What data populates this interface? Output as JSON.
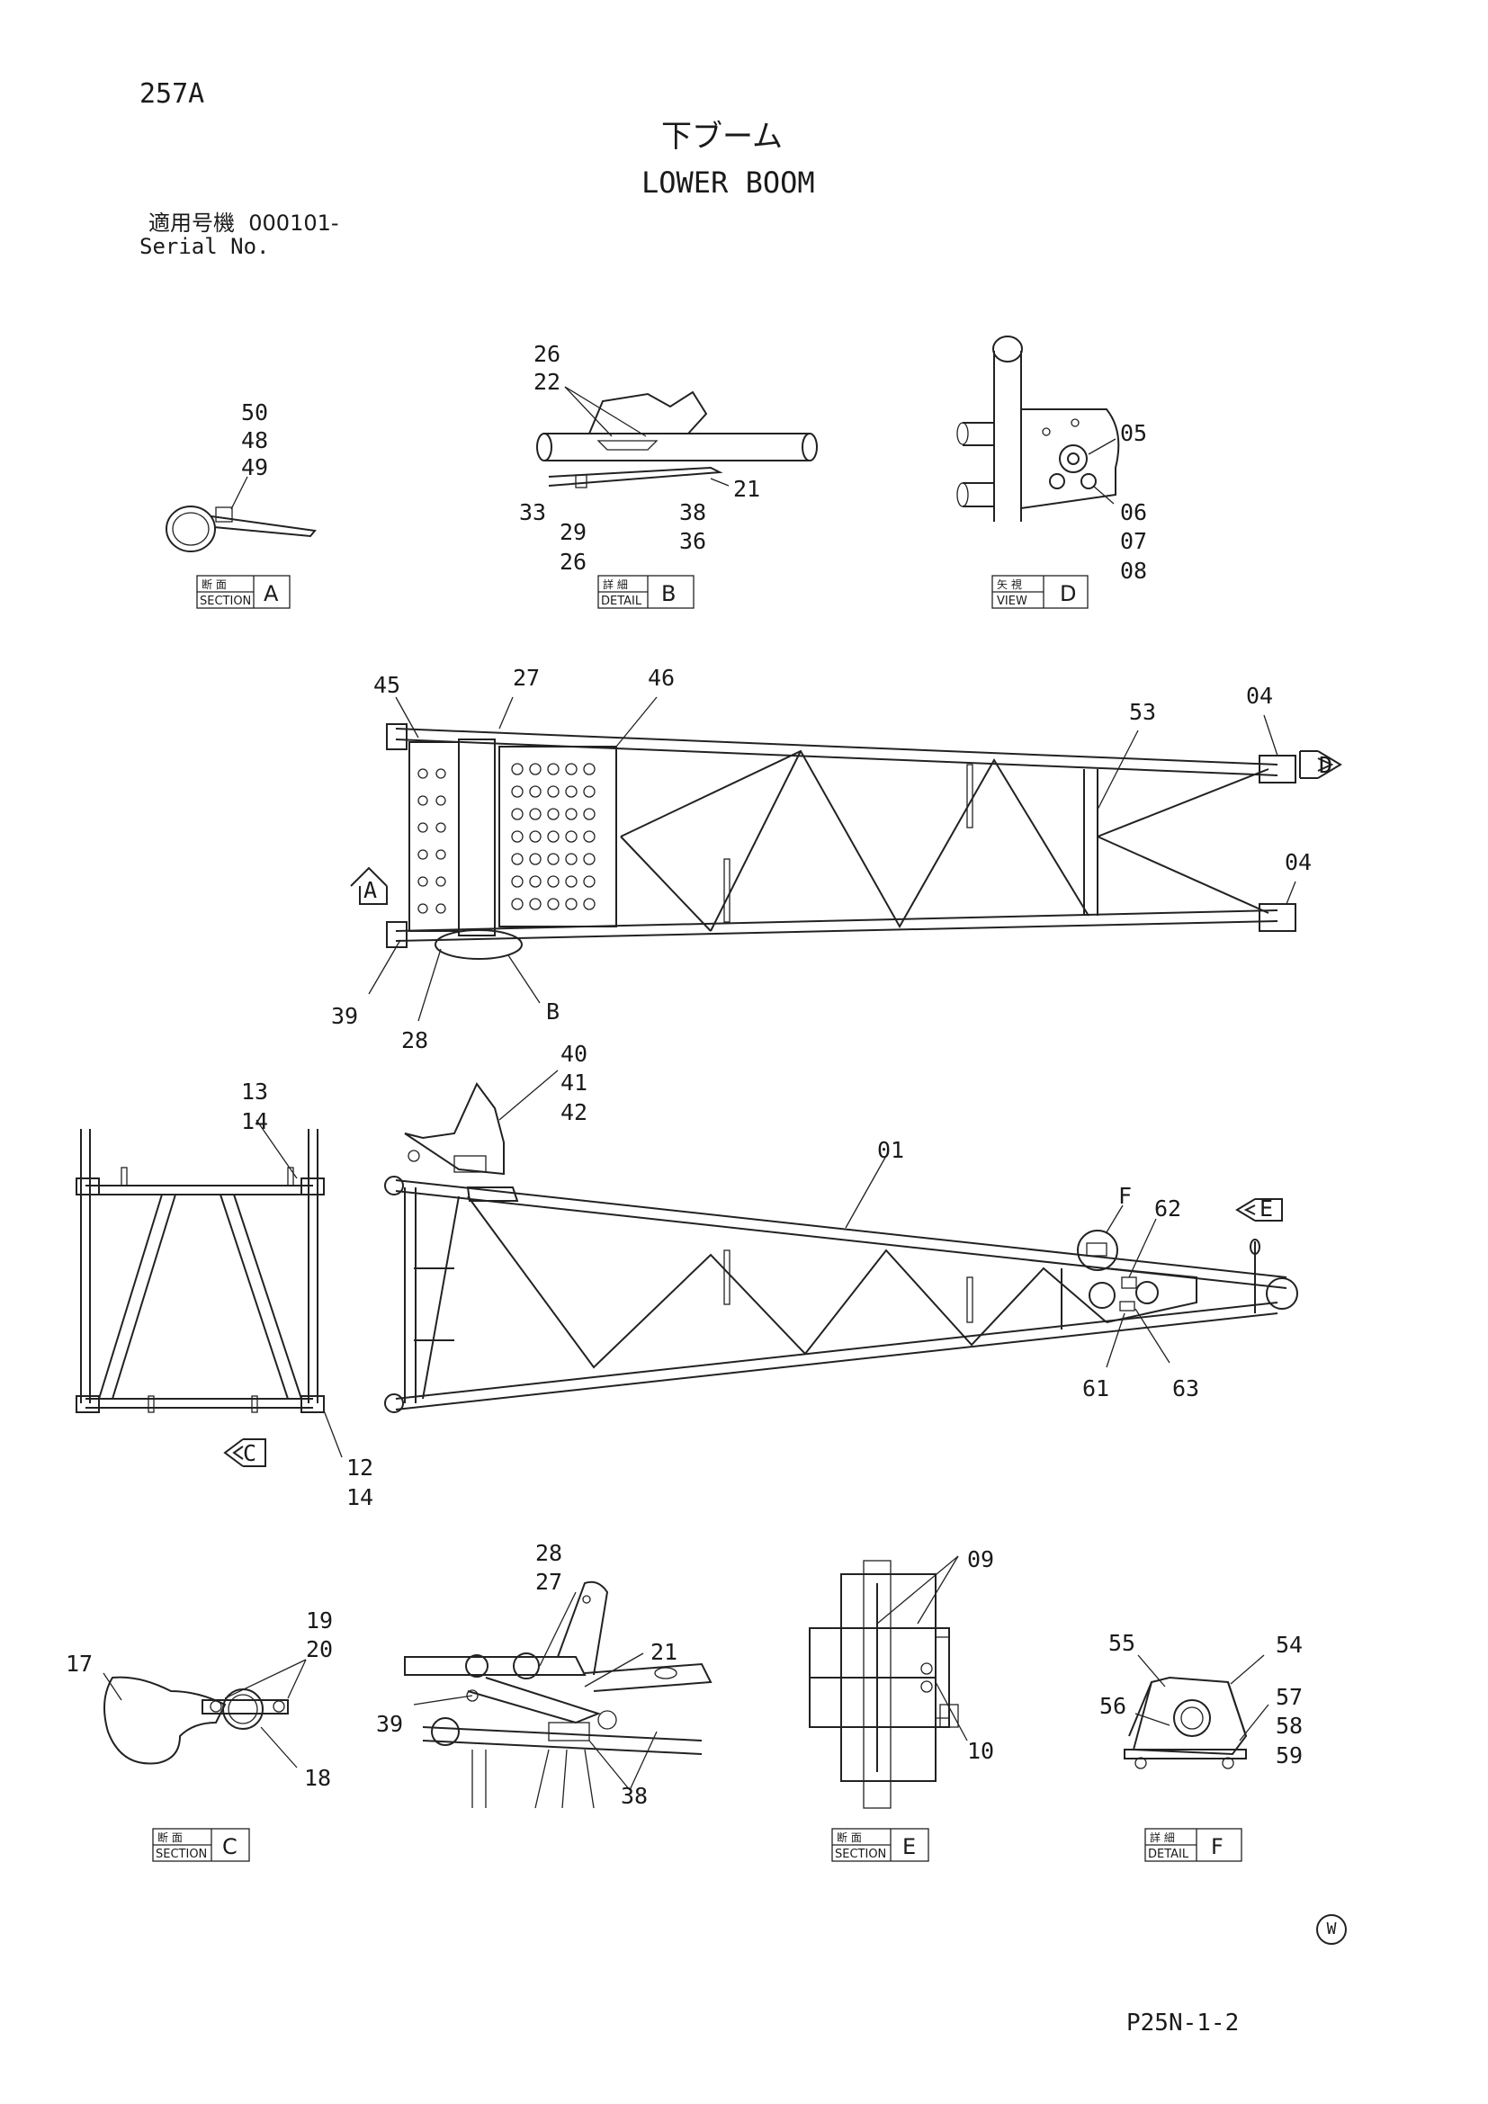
{
  "header": {
    "page_number": "257A",
    "title_jp": "下ブーム",
    "title_en": "LOWER BOOM",
    "serial_label_jp": "適用号機",
    "serial_value": "000101-",
    "serial_label_en": "Serial No."
  },
  "view_labels": {
    "section_jp": "断 面",
    "section_en": "SECTION",
    "detail_jp": "詳 細",
    "detail_en": "DETAIL",
    "view_jp": "矢 視",
    "view_en": "VIEW",
    "letter_a": "A",
    "letter_b": "B",
    "letter_c": "C",
    "letter_d": "D",
    "letter_e": "E",
    "letter_f": "F"
  },
  "callouts": {
    "section_a": [
      "50",
      "48",
      "49"
    ],
    "detail_b": [
      "26",
      "22",
      "21",
      "33",
      "29",
      "26",
      "38",
      "36"
    ],
    "view_d": [
      "05",
      "06",
      "07",
      "08"
    ],
    "top_view": [
      "45",
      "27",
      "46",
      "53",
      "04",
      "04",
      "39",
      "28",
      "B",
      "A",
      "D"
    ],
    "side_end": [
      "13",
      "14",
      "12",
      "14",
      "C"
    ],
    "side_view": [
      "40",
      "41",
      "42",
      "01",
      "F",
      "62",
      "61",
      "63",
      "E"
    ],
    "section_c": [
      "19",
      "20",
      "17",
      "18"
    ],
    "detail_mid": [
      "28",
      "27",
      "21",
      "39",
      "38"
    ],
    "section_e": [
      "09",
      "10"
    ],
    "detail_f": [
      "55",
      "54",
      "56",
      "57",
      "58",
      "59"
    ]
  },
  "footer": {
    "mark": "W",
    "drawing_code": "P25N-1-2"
  }
}
